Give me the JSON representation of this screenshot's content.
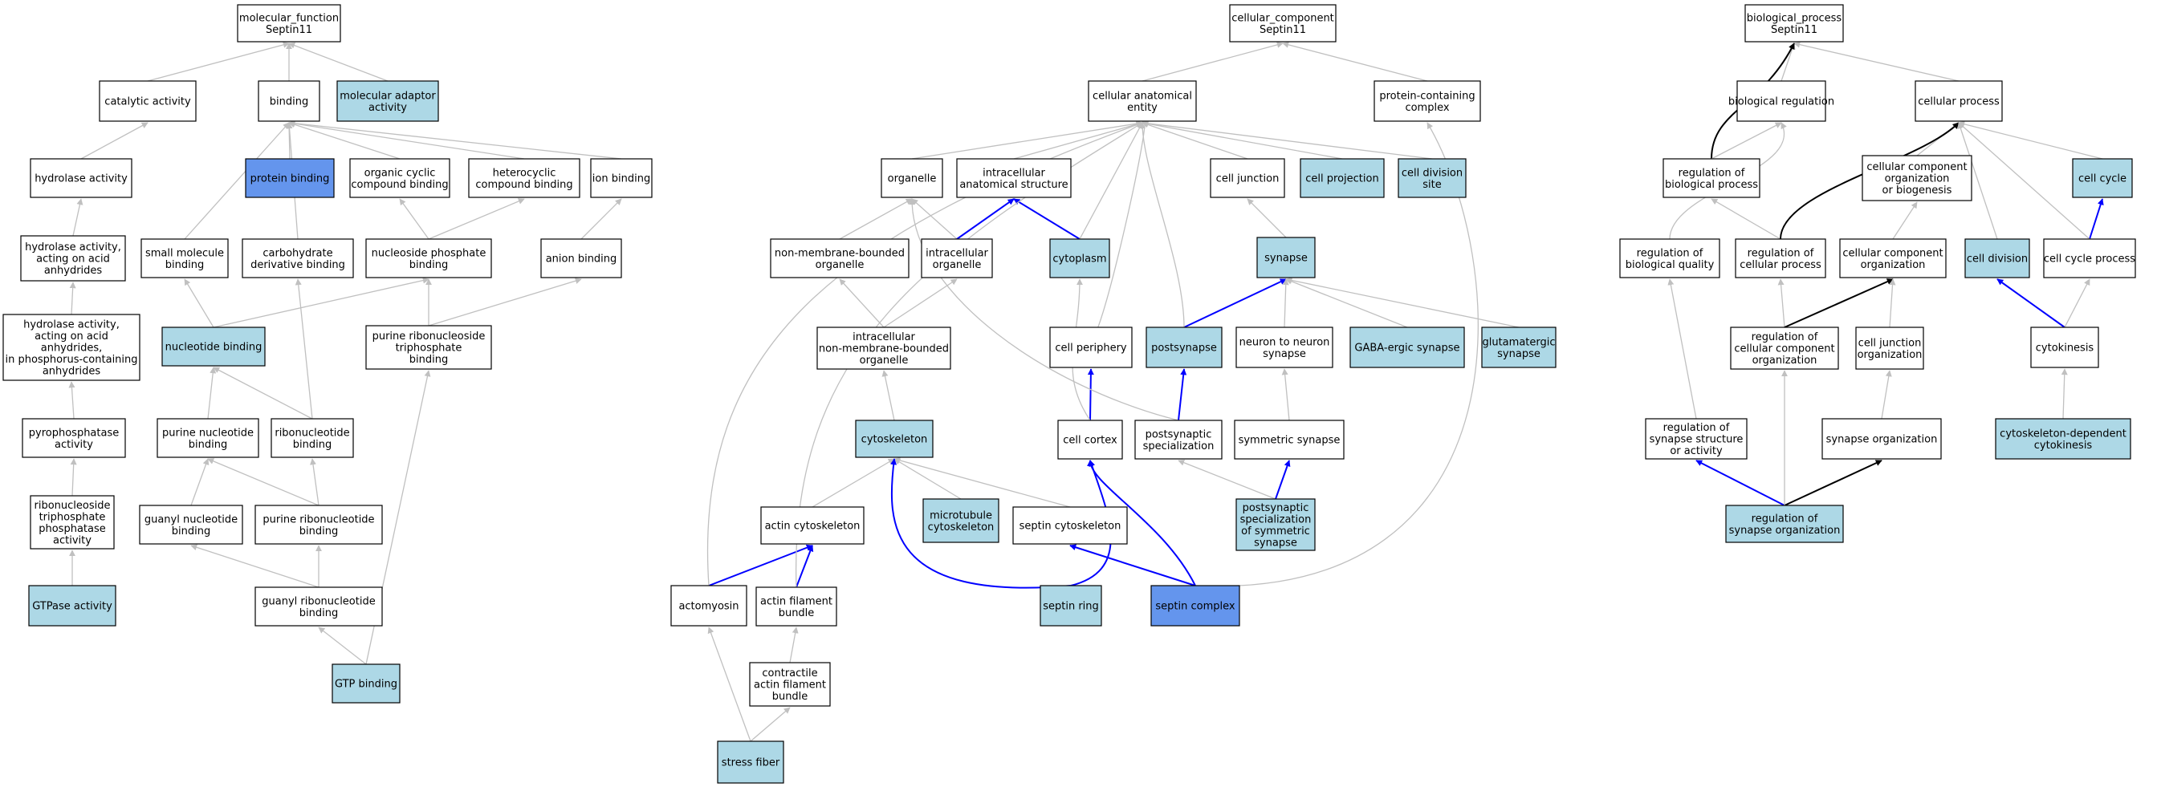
{
  "colors": {
    "highlight": "#add8e6",
    "primary": "#6495ed",
    "edge_grey": "#c0c0c0",
    "edge_blue": "#0000ff",
    "edge_black": "#000000"
  },
  "nodes": {
    "mf_root": [
      "molecular_function",
      "Septin11"
    ],
    "catalytic": [
      "catalytic activity"
    ],
    "binding": [
      "binding"
    ],
    "mol_adaptor": [
      "molecular adaptor",
      "activity"
    ],
    "hydrolase": [
      "hydrolase activity"
    ],
    "protein_binding": [
      "protein binding"
    ],
    "org_cyclic": [
      "organic cyclic",
      "compound binding"
    ],
    "hetero_cyclic": [
      "heterocyclic",
      "compound binding"
    ],
    "ion_binding": [
      "ion binding"
    ],
    "hydrolase_acid": [
      "hydrolase activity,",
      "acting on acid",
      "anhydrides"
    ],
    "small_molecule": [
      "small molecule",
      "binding"
    ],
    "carbohydrate_deriv": [
      "carbohydrate",
      "derivative binding"
    ],
    "nucleoside_phos": [
      "nucleoside phosphate",
      "binding"
    ],
    "anion_binding": [
      "anion binding"
    ],
    "hydrolase_phos": [
      "hydrolase activity,",
      "acting on acid",
      "anhydrides,",
      "in phosphorus-containing",
      "anhydrides"
    ],
    "nucleotide_binding": [
      "nucleotide binding"
    ],
    "purine_ribonucleoside_tp": [
      "purine ribonucleoside",
      "triphosphate",
      "binding"
    ],
    "pyrophosphatase": [
      "pyrophosphatase",
      "activity"
    ],
    "purine_nucleotide": [
      "purine nucleotide",
      "binding"
    ],
    "ribonucleotide": [
      "ribonucleotide",
      "binding"
    ],
    "ribonucleoside_tpase": [
      "ribonucleoside",
      "triphosphate",
      "phosphatase",
      "activity"
    ],
    "guanyl_nucleotide": [
      "guanyl nucleotide",
      "binding"
    ],
    "purine_ribonucleotide": [
      "purine ribonucleotide",
      "binding"
    ],
    "gtpase": [
      "GTPase activity"
    ],
    "guanyl_ribonucleotide": [
      "guanyl ribonucleotide",
      "binding"
    ],
    "gtp_binding": [
      "GTP binding"
    ],
    "cc_root": [
      "cellular_component",
      "Septin11"
    ],
    "cell_anat_entity": [
      "cellular anatomical",
      "entity"
    ],
    "protein_complex": [
      "protein-containing",
      "complex"
    ],
    "organelle": [
      "organelle"
    ],
    "intracell_anat": [
      "intracellular",
      "anatomical structure"
    ],
    "cell_junction": [
      "cell junction"
    ],
    "cell_projection": [
      "cell projection"
    ],
    "cell_div_site": [
      "cell division",
      "site"
    ],
    "non_membrane_org": [
      "non-membrane-bounded",
      "organelle"
    ],
    "intracell_org": [
      "intracellular",
      "organelle"
    ],
    "cytoplasm": [
      "cytoplasm"
    ],
    "synapse": [
      "synapse"
    ],
    "intracell_nm_org": [
      "intracellular",
      "non-membrane-bounded",
      "organelle"
    ],
    "cell_periphery": [
      "cell periphery"
    ],
    "postsynapse": [
      "postsynapse"
    ],
    "neuron_neuron_syn": [
      "neuron to neuron",
      "synapse"
    ],
    "gaba_syn": [
      "GABA-ergic synapse"
    ],
    "glut_syn": [
      "glutamatergic",
      "synapse"
    ],
    "cytoskeleton": [
      "cytoskeleton"
    ],
    "cell_cortex": [
      "cell cortex"
    ],
    "postsyn_spec": [
      "postsynaptic",
      "specialization"
    ],
    "symmetric_syn": [
      "symmetric synapse"
    ],
    "actin_cytoskel": [
      "actin cytoskeleton"
    ],
    "microtubule_cytoskel": [
      "microtubule",
      "cytoskeleton"
    ],
    "septin_cytoskel": [
      "septin cytoskeleton"
    ],
    "postsyn_spec_sym": [
      "postsynaptic",
      "specialization",
      "of symmetric",
      "synapse"
    ],
    "actomyosin": [
      "actomyosin"
    ],
    "actin_filament_bundle": [
      "actin filament",
      "bundle"
    ],
    "septin_ring": [
      "septin ring"
    ],
    "septin_complex": [
      "septin complex"
    ],
    "contractile_afb": [
      "contractile",
      "actin filament",
      "bundle"
    ],
    "stress_fiber": [
      "stress fiber"
    ],
    "bp_root": [
      "biological_process",
      "Septin11"
    ],
    "bio_reg": [
      "biological regulation"
    ],
    "cell_process": [
      "cellular process"
    ],
    "reg_bio_process": [
      "regulation of",
      "biological process"
    ],
    "cc_org_biogen": [
      "cellular component",
      "organization",
      "or biogenesis"
    ],
    "cell_cycle": [
      "cell cycle"
    ],
    "reg_bio_quality": [
      "regulation of",
      "biological quality"
    ],
    "reg_cell_process": [
      "regulation of",
      "cellular process"
    ],
    "cc_org": [
      "cellular component",
      "organization"
    ],
    "cell_division": [
      "cell division"
    ],
    "cell_cycle_proc": [
      "cell cycle process"
    ],
    "reg_cc_org": [
      "regulation of",
      "cellular component",
      "organization"
    ],
    "cell_junction_org": [
      "cell junction",
      "organization"
    ],
    "cytokinesis": [
      "cytokinesis"
    ],
    "reg_syn_struct": [
      "regulation of",
      "synapse structure",
      "or activity"
    ],
    "synapse_org": [
      "synapse organization"
    ],
    "cytoskel_dep_cytokinesis": [
      "cytoskeleton-dependent",
      "cytokinesis"
    ],
    "reg_syn_org": [
      "regulation of",
      "synapse organization"
    ]
  }
}
